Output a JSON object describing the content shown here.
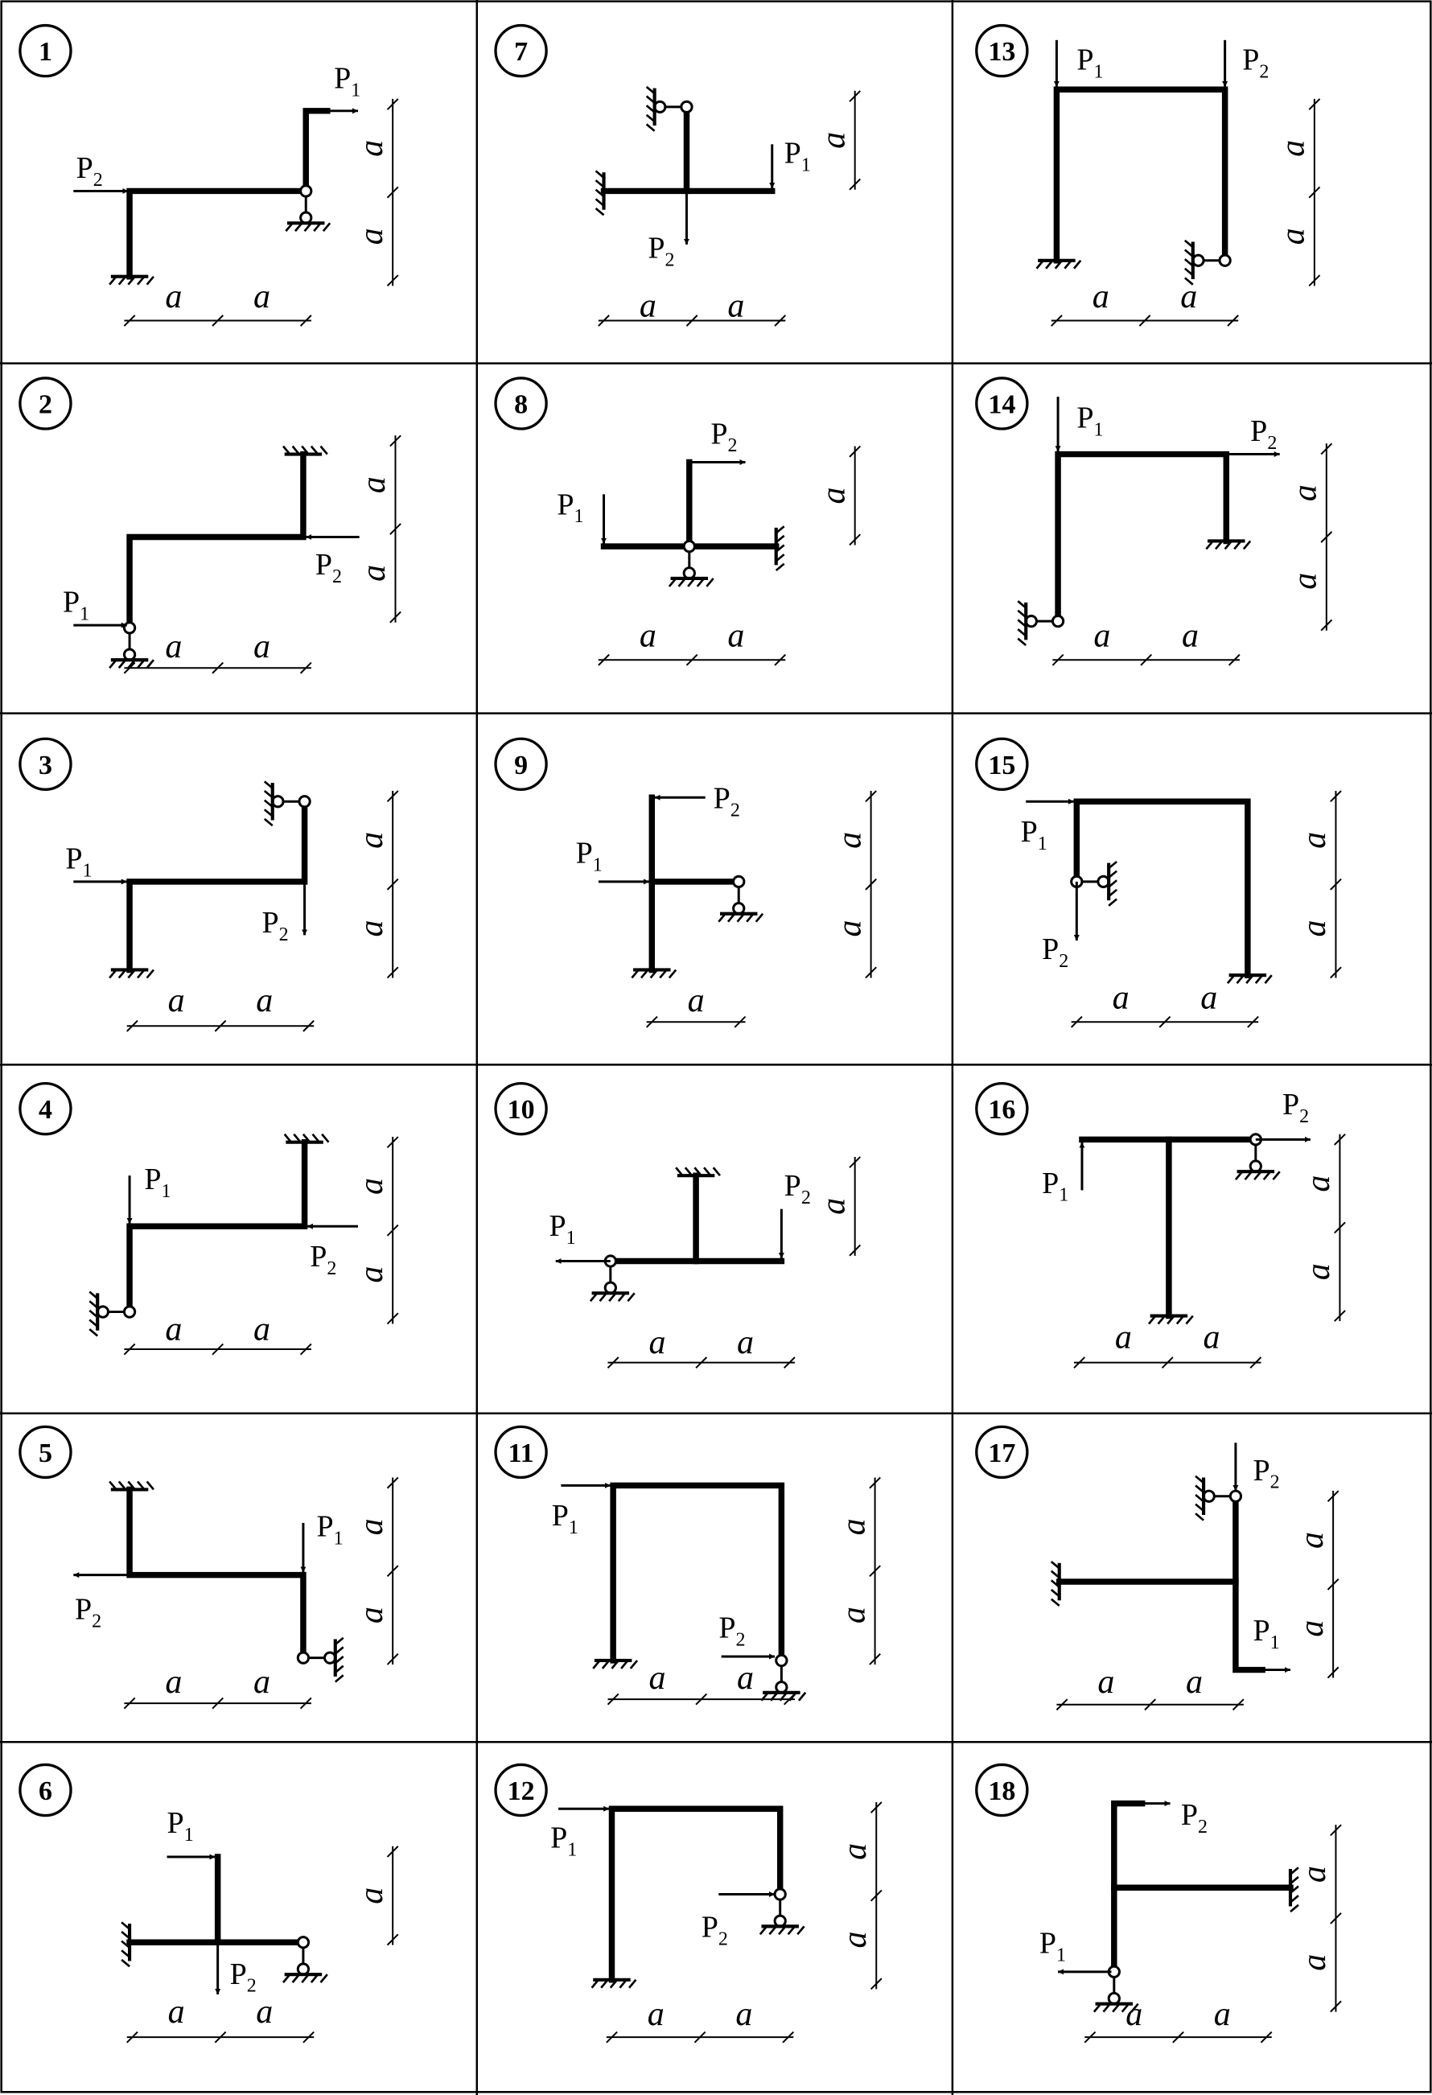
{
  "dimension_label": "a",
  "force_labels": {
    "p1": "P",
    "p1_sub": "1",
    "p2": "P",
    "p2_sub": "2"
  },
  "diagram_numbers": [
    "1",
    "2",
    "3",
    "4",
    "5",
    "6",
    "7",
    "8",
    "9",
    "10",
    "11",
    "12",
    "13",
    "14",
    "15",
    "16",
    "17",
    "18"
  ]
}
